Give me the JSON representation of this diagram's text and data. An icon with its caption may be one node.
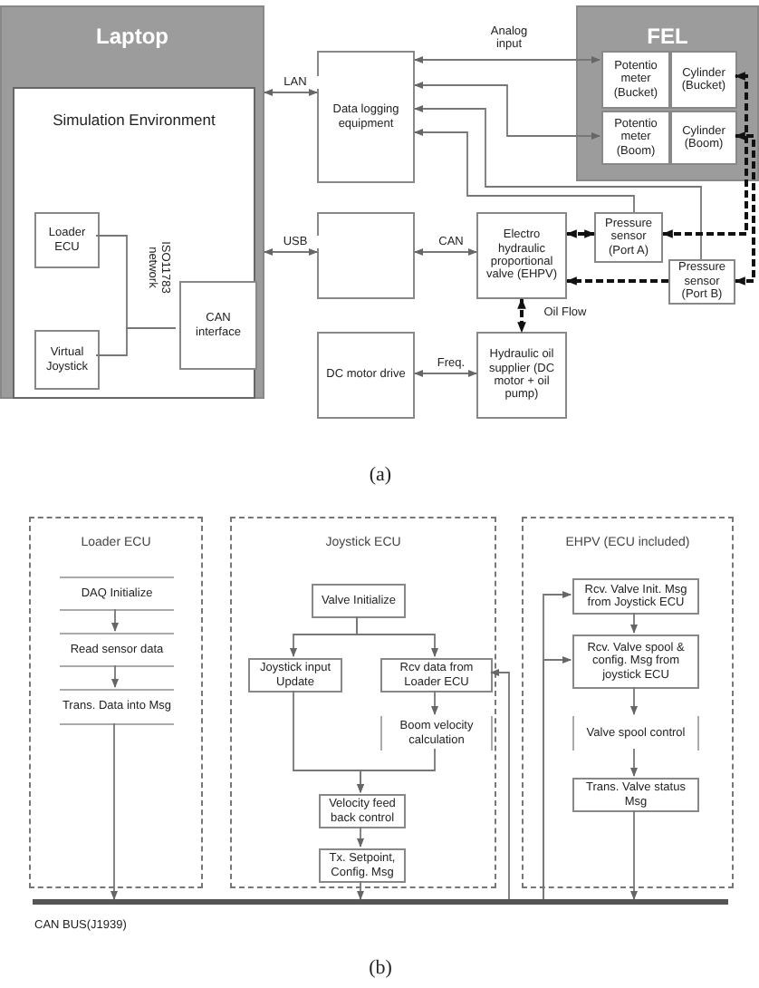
{
  "diagram": {
    "nodes": [
      {
        "text": [
          "Laptop"
        ]
      },
      {
        "text": [
          "Simulation Environment"
        ],
        "in": 0
      },
      {
        "text": [
          "Loader ECU"
        ],
        "in": 1
      },
      {
        "text": [
          "Virtual Joystick"
        ],
        "in": 1
      },
      {
        "text": [
          "CAN interface"
        ],
        "in": 1
      },
      {
        "text": [
          "Data logging equipment"
        ]
      },
      {
        "text": [],
        "shape": "box"
      },
      {
        "text": [
          "DC motor drive"
        ]
      },
      {
        "text": [
          "FEL"
        ]
      },
      {
        "text": [
          "Potentio meter (Bucket)"
        ],
        "in": 8
      },
      {
        "text": [
          "Cylinder (Bucket)"
        ],
        "in": 8
      },
      {
        "text": [
          "Potentio meter (Boom)"
        ],
        "in": 8
      },
      {
        "text": [
          "Cylinder (Boom)"
        ],
        "in": 8
      },
      {
        "text": [
          "Electro hydraulic proportional valve (EHPV)"
        ]
      },
      {
        "text": [
          "Pressure sensor (Port A)"
        ]
      },
      {
        "text": [
          "Pressure sensor (Port B)"
        ]
      },
      {
        "text": [
          "Hydraulic oil supplier (DC motor + oil pump)"
        ]
      },
      {
        "text": [
          "Loader ECU"
        ]
      },
      {
        "text": [
          "DAQ Initialize"
        ],
        "in": 17
      },
      {
        "text": [
          "Read sensor data"
        ],
        "in": 17
      },
      {
        "text": [
          "Trans. Data into Msg"
        ],
        "in": 17
      },
      {
        "text": [
          "Joystick ECU"
        ]
      },
      {
        "text": [
          "Valve Initialize"
        ],
        "in": 21
      },
      {
        "text": [
          "Joystick input Update"
        ],
        "in": 21
      },
      {
        "text": [
          "Rcv data from Loader ECU"
        ],
        "in": 21
      },
      {
        "text": [
          "Boom velocity calculation"
        ],
        "in": 21
      },
      {
        "text": [
          "Velocity feed back control"
        ],
        "in": 21
      },
      {
        "text": [
          "Tx. Setpoint, Config. Msg"
        ],
        "in": 21
      },
      {
        "text": [
          "EHPV (ECU included)"
        ]
      },
      {
        "text": [
          "Rcv. Valve Init. Msg from Joystick ECU"
        ],
        "in": 28
      },
      {
        "text": [
          "Rcv. Valve spool & config. Msg from joystick ECU"
        ],
        "in": 28
      },
      {
        "text": [
          "Valve spool control"
        ],
        "in": 28
      },
      {
        "text": [
          "Trans. Valve status Msg"
        ],
        "in": 28
      },
      {
        "text": [
          "CAN BUS(J1939)"
        ]
      }
    ],
    "edges": [
      {
        "from": 2,
        "to": 4,
        "arrow": "none"
      },
      {
        "from": 3,
        "to": 4,
        "arrow": "none"
      },
      {
        "from": 0,
        "to": 5,
        "arrow": "both",
        "label": "LAN"
      },
      {
        "from": 0,
        "to": 6,
        "arrow": "both",
        "label": "USB"
      },
      {
        "from": 5,
        "to": 9,
        "arrow": "both",
        "label": "Analog input"
      },
      {
        "from": 5,
        "to": 11,
        "arrow": "both"
      },
      {
        "from": 14,
        "to": 5,
        "arrow": "to"
      },
      {
        "from": 15,
        "to": 5,
        "arrow": "to"
      },
      {
        "from": 6,
        "to": 13,
        "arrow": "both",
        "label": "CAN"
      },
      {
        "from": 7,
        "to": 16,
        "arrow": "both",
        "label": "Freq."
      },
      {
        "from": 13,
        "to": 14,
        "arrow": "both",
        "style": "dashed",
        "color": "#111111"
      },
      {
        "from": 15,
        "to": 13,
        "arrow": "to",
        "style": "dashed",
        "color": "#111111"
      },
      {
        "from": 14,
        "to": 10,
        "arrow": "both",
        "style": "dashed",
        "color": "#111111"
      },
      {
        "from": 15,
        "to": 12,
        "arrow": "both",
        "style": "dashed",
        "color": "#111111"
      },
      {
        "from": 13,
        "to": 16,
        "arrow": "both",
        "style": "dashed",
        "color": "#111111",
        "label": "Oil Flow"
      },
      {
        "from": 18,
        "to": 19,
        "arrow": "to"
      },
      {
        "from": 19,
        "to": 20,
        "arrow": "to"
      },
      {
        "from": 20,
        "to": 33,
        "arrow": "to"
      },
      {
        "from": 22,
        "to": 23,
        "arrow": "to"
      },
      {
        "from": 22,
        "to": 24,
        "arrow": "to"
      },
      {
        "from": 24,
        "to": 25,
        "arrow": "to"
      },
      {
        "from": 23,
        "to": 26,
        "arrow": "to"
      },
      {
        "from": 25,
        "to": 26,
        "arrow": "to"
      },
      {
        "from": 26,
        "to": 27,
        "arrow": "to"
      },
      {
        "from": 27,
        "to": 33,
        "arrow": "to"
      },
      {
        "from": 33,
        "to": 24,
        "arrow": "to"
      },
      {
        "from": 29,
        "to": 30,
        "arrow": "to"
      },
      {
        "from": 30,
        "to": 31,
        "arrow": "to"
      },
      {
        "from": 31,
        "to": 32,
        "arrow": "to"
      },
      {
        "from": 33,
        "to": 29,
        "arrow": "to"
      },
      {
        "from": 33,
        "to": 30,
        "arrow": "to"
      },
      {
        "from": 32,
        "to": 33,
        "arrow": "to"
      }
    ],
    "labels": [
      "ISO11783 network",
      "(a)",
      "(b)"
    ]
  }
}
